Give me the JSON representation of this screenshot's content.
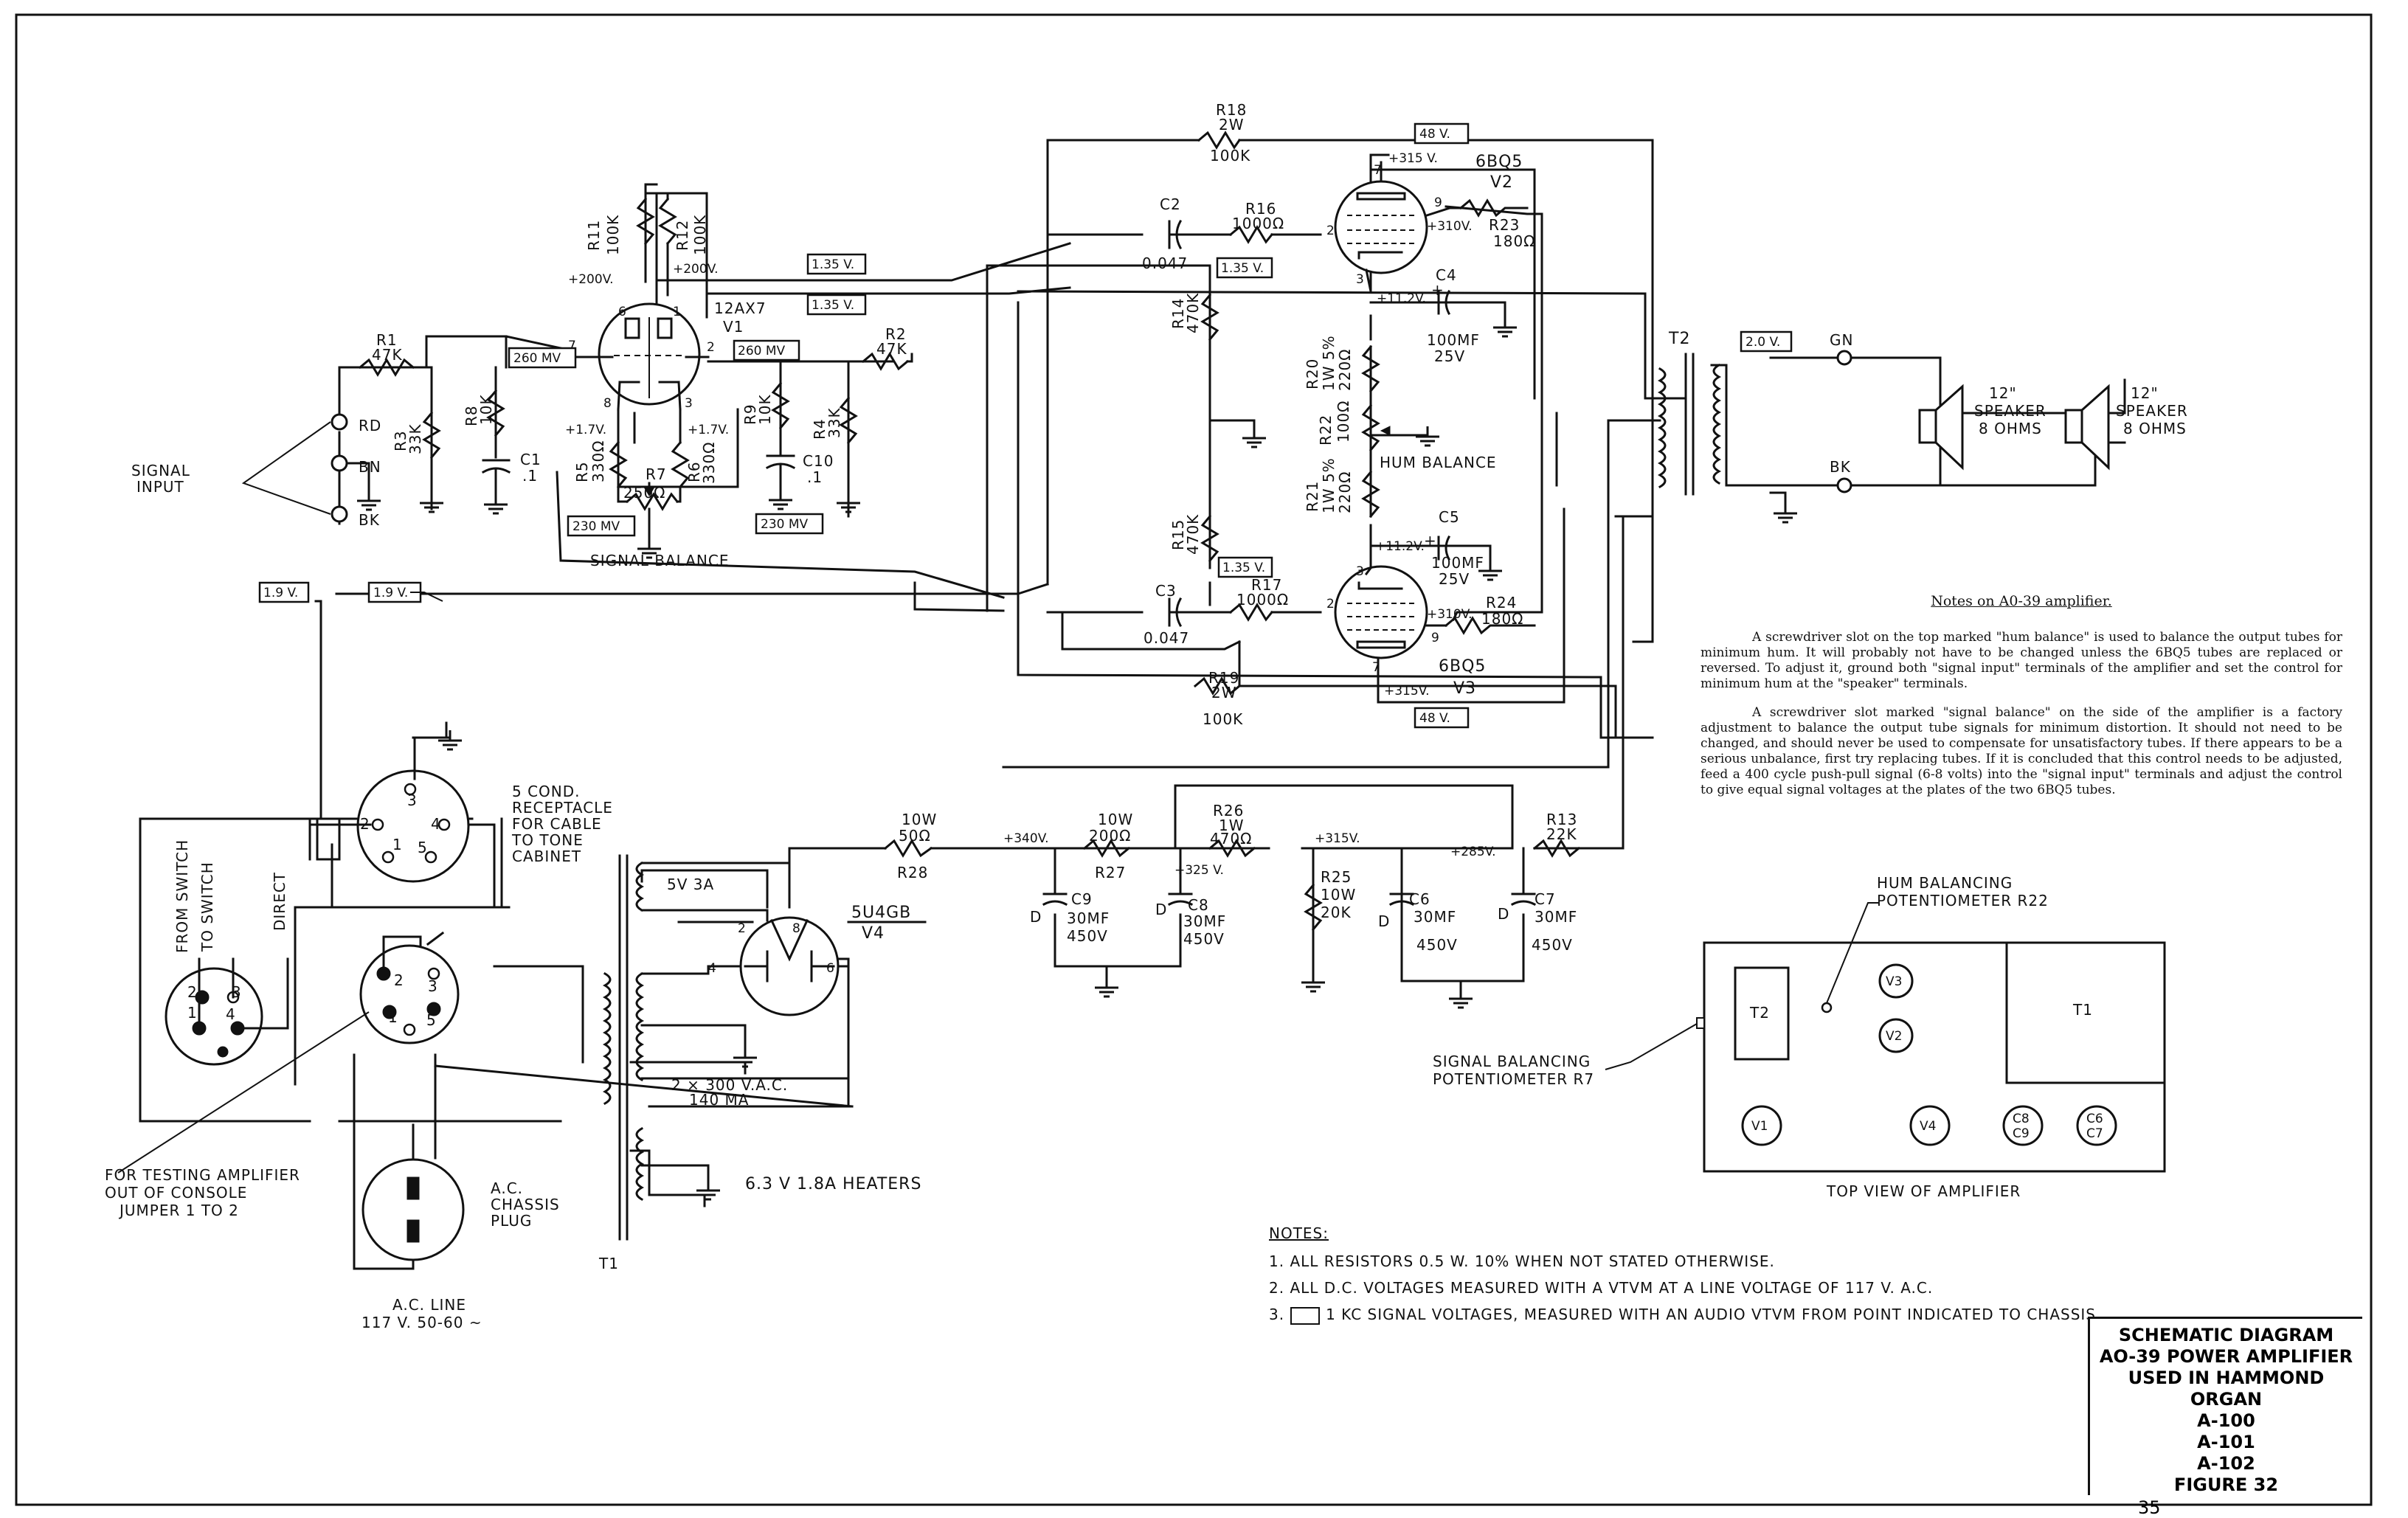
{
  "tubes": {
    "v1": {
      "type": "12AX7",
      "name": "V1"
    },
    "v2": {
      "type": "6BQ5",
      "name": "V2"
    },
    "v3": {
      "type": "6BQ5",
      "name": "V3"
    },
    "v4": {
      "type": "5U4GB",
      "name": "V4"
    }
  },
  "resistors": {
    "r1": [
      "R1",
      "47K"
    ],
    "r2": [
      "R2",
      "47K"
    ],
    "r3": [
      "R3",
      "33K"
    ],
    "r4": [
      "R4",
      "33K"
    ],
    "r5": [
      "R5",
      "330Ω"
    ],
    "r6": [
      "R6",
      "330Ω"
    ],
    "r7": [
      "R7",
      "250Ω"
    ],
    "r8": [
      "R8",
      "10K"
    ],
    "r9": [
      "R9",
      "10K"
    ],
    "r11": [
      "R11",
      "100K"
    ],
    "r12": [
      "R12",
      "100K"
    ],
    "r13": [
      "R13",
      "22K"
    ],
    "r14": [
      "R14",
      "470K"
    ],
    "r15": [
      "R15",
      "470K"
    ],
    "r16": [
      "R16",
      "1000Ω"
    ],
    "r17": [
      "R17",
      "1000Ω"
    ],
    "r18": [
      "R18",
      "2W",
      "100K"
    ],
    "r19": [
      "R19",
      "2W",
      "100K"
    ],
    "r20": [
      "R20",
      "1W 5%",
      "220Ω"
    ],
    "r21": [
      "R21",
      "1W 5%",
      "220Ω"
    ],
    "r22": [
      "R22",
      "100Ω"
    ],
    "r23": [
      "R23",
      "180Ω"
    ],
    "r24": [
      "R24",
      "180Ω"
    ],
    "r25": [
      "R25",
      "10W",
      "20K"
    ],
    "r26": [
      "R26",
      "1W",
      "470Ω"
    ],
    "r27": [
      "10W",
      "200Ω",
      "R27"
    ],
    "r28": [
      "10W",
      "50Ω",
      "R28"
    ]
  },
  "capacitors": {
    "c1": [
      "C1",
      ".1"
    ],
    "c2": [
      "C2",
      "0.047"
    ],
    "c3": [
      "C3",
      "0.047"
    ],
    "c4": [
      "C4",
      "100MF",
      "25V"
    ],
    "c5": [
      "C5",
      "100MF",
      "25V"
    ],
    "c6": [
      "C6",
      "30MF",
      "450V"
    ],
    "c7": [
      "C7",
      "30MF",
      "450V"
    ],
    "c8": [
      "C8",
      "30MF",
      "450V"
    ],
    "c9": [
      "C9",
      "30MF",
      "450V"
    ],
    "c10": [
      "C10",
      ".1"
    ],
    "c_d": "D"
  },
  "voltages": {
    "v1_plate_l": "+200V.",
    "v1_plate_r": "+200V.",
    "v1_cath_l": "+1.7V.",
    "v1_cath_r": "+1.7V.",
    "v2_plate": "+315 V.",
    "v2_screen": "+310V.",
    "v2_cath": "+11.2V.",
    "v3_plate": "+315V.",
    "v3_screen": "+310V.",
    "v3_cath": "+11.2V.",
    "b_340": "+340V.",
    "b_325": "+325 V.",
    "b_315": "+315V.",
    "b_285": "+285V."
  },
  "signal_boxes": {
    "s_48a": "48 V.",
    "s_48b": "48 V.",
    "s_135a": "1.35 V.",
    "s_135b": "1.35 V.",
    "s_135c": "1.35 V.",
    "s_135d": "1.35 V.",
    "s_260a": "260 MV",
    "s_260b": "260 MV",
    "s_230a": "230 MV",
    "s_230b": "230 MV",
    "s_19a": "1.9 V.",
    "s_19b": "1.9 V.",
    "s_20": "2.0 V."
  },
  "labels": {
    "signal_input": [
      "SIGNAL",
      "INPUT"
    ],
    "rd": "RD",
    "bn": "BN",
    "bk": "BK",
    "signal_balance": "SIGNAL BALANCE",
    "hum_balance": "HUM BALANCE",
    "t2": "T2",
    "t1": "T1",
    "gn": "GN",
    "bk2": "BK",
    "speaker1": [
      "12\"",
      "SPEAKER",
      "8 OHMS"
    ],
    "speaker2": [
      "12\"",
      "SPEAKER",
      "8 OHMS"
    ],
    "receptacle": [
      "5 COND.",
      "RECEPTACLE",
      "FOR CABLE",
      "TO TONE",
      "CABINET"
    ],
    "from_switch": "FROM SWITCH",
    "to_switch": "TO SWITCH",
    "direct": "DIRECT",
    "testing": [
      "FOR TESTING AMPLIFIER",
      "OUT OF CONSOLE",
      "JUMPER 1 TO 2"
    ],
    "ac_plug": [
      "A.C.",
      "CHASSIS",
      "PLUG"
    ],
    "ac_line": [
      "A.C. LINE",
      "117 V. 50-60 ~"
    ],
    "sec_5v": "5V 3A",
    "sec_hv": [
      "2 × 300 V.A.C.",
      "140 MA"
    ],
    "sec_heat": "6.3 V  1.8A  HEATERS",
    "hum_pot": [
      "HUM BALANCING",
      "POTENTIOMETER R22"
    ],
    "sig_pot": [
      "SIGNAL BALANCING",
      "POTENTIOMETER R7"
    ],
    "top_view": "TOP VIEW OF AMPLIFIER",
    "tv_t2": "T2",
    "tv_t1": "T1",
    "tv_v1": "V1",
    "tv_v2": "V2",
    "tv_v3": "V3",
    "tv_v4": "V4",
    "tv_c8c9": [
      "C8",
      "C9"
    ],
    "tv_c6c7": [
      "C6",
      "C7"
    ],
    "pins": [
      "1",
      "2",
      "3",
      "4",
      "5",
      "6",
      "7",
      "8",
      "9"
    ]
  },
  "notes_amp": {
    "title": "Notes on A0-39 amplifier.",
    "p1": "A screwdriver slot on the top marked \"hum balance\" is used to balance the output tubes for minimum hum. It will probably not have to be changed unless the 6BQ5 tubes are replaced or reversed. To adjust it, ground both \"signal input\" terminals of the amplifier and set the control for minimum hum at the \"speaker\" terminals.",
    "p2": "A screwdriver slot marked \"signal balance\" on the side of the amplifier is a factory adjustment to balance the output tube signals for minimum distortion. It should not need to be changed, and should never be used to compensate for unsatisfactory tubes. If there appears to be a serious unbalance, first try replacing tubes. If it is concluded that this control needs to be adjusted, feed a 400 cycle push-pull signal (6-8 volts) into the \"signal input\" terminals and adjust the control to give equal signal voltages at the plates of the two 6BQ5 tubes."
  },
  "notes_bottom": {
    "header": "NOTES:",
    "n1": "1.  ALL RESISTORS  0.5 W.  10%  WHEN NOT STATED OTHERWISE.",
    "n2": "2.  ALL D.C. VOLTAGES MEASURED WITH A VTVM AT A LINE VOLTAGE OF 117 V. A.C.",
    "n3a": "3.",
    "n3b": "1 KC SIGNAL VOLTAGES, MEASURED WITH AN AUDIO VTVM FROM POINT INDICATED TO CHASSIS"
  },
  "title_block": {
    "l1": "SCHEMATIC DIAGRAM",
    "l2": "AO-39 POWER AMPLIFIER",
    "l3": "USED IN HAMMOND ORGAN",
    "l4": "A-100",
    "l5": "A-101",
    "l6": "A-102",
    "l7": "FIGURE 32"
  },
  "page_number": "35"
}
